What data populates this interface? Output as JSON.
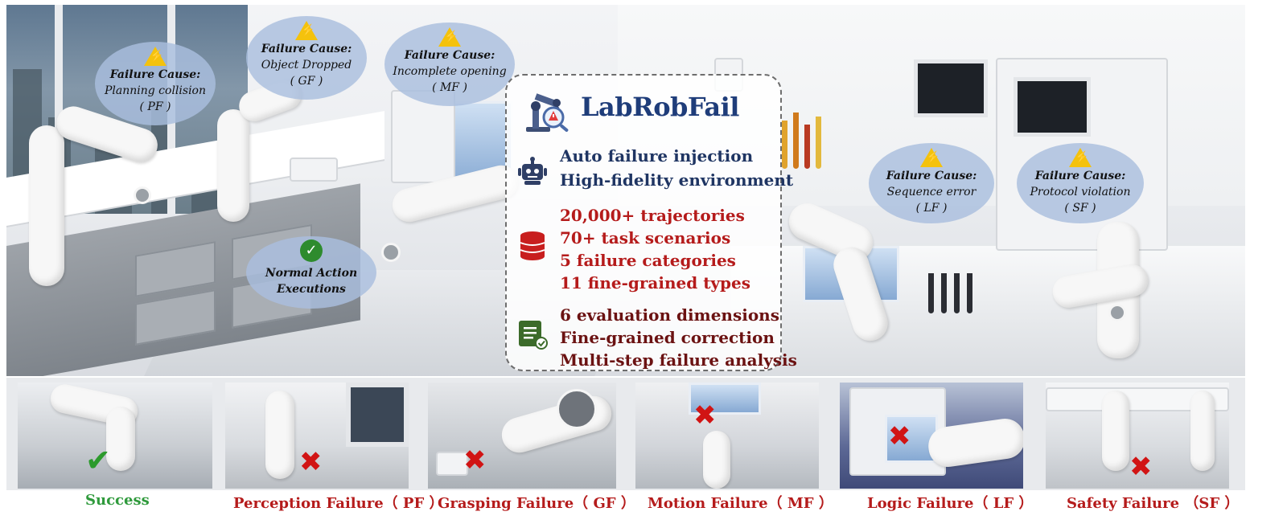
{
  "brand": {
    "title": "LabRobFail"
  },
  "features": {
    "injection": [
      "Auto failure injection",
      "High-fidelity environment"
    ],
    "dataset": [
      "20,000+ trajectories",
      "70+ task scenarios",
      "5 failure categories",
      "11 fine-grained types"
    ],
    "evaluation": [
      "6 evaluation dimensions",
      "Fine-grained correction",
      "Multi-step failure analysis"
    ]
  },
  "bubbles": [
    {
      "title": "Failure Cause:",
      "text": "Planning collision",
      "code": "( PF )"
    },
    {
      "title": "Failure Cause:",
      "text": "Object Dropped",
      "code": "( GF )"
    },
    {
      "title": "Failure Cause:",
      "text": "Incomplete opening",
      "code": "( MF )"
    },
    {
      "title": "Failure Cause:",
      "text": "Sequence error",
      "code": "( LF )"
    },
    {
      "title": "Failure Cause:",
      "text": "Protocol violation",
      "code": "( SF )"
    }
  ],
  "normal": {
    "line1": "Normal  Action",
    "line2": "Executions"
  },
  "categories": [
    "Success",
    "Perception Failure（ PF ）",
    "Grasping Failure（ GF ）",
    "Motion Failure（ MF ）",
    "Logic Failure（ LF ）",
    "Safety Failure （SF ）"
  ],
  "colors": {
    "title_blue": "#1f3d7a",
    "feature_blue": "#1f3563",
    "feature_red": "#b51b1b",
    "feature_dark": "#6b1212",
    "success_green": "#2f9a3c",
    "failure_red": "#b51b1b",
    "bubble": "#aabede",
    "warning_yellow": "#f4c20d"
  },
  "icons": [
    "robot-icon",
    "database-icon",
    "checklist-icon",
    "warning-icon",
    "check-icon",
    "cross-icon",
    "robot-arm-logo-icon"
  ]
}
